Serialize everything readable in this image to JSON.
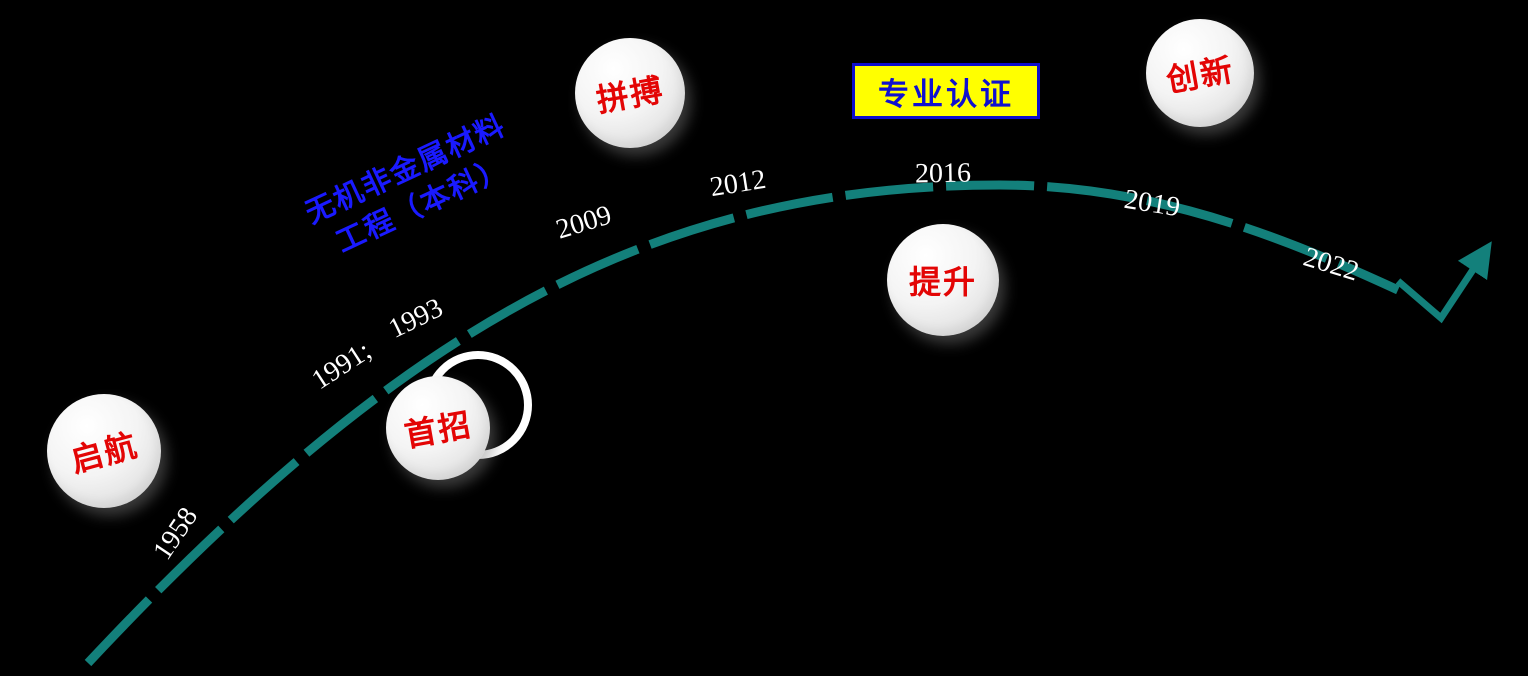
{
  "colors": {
    "background": "#000000",
    "curve": "#13807B",
    "milestone_text": "#E30505",
    "year_text": "#FFFFFF",
    "banner_bg": "#FFFF00",
    "banner_text": "#1010D0",
    "program_text": "#1A1AFF"
  },
  "years": [
    "1958",
    "1991;",
    "1993",
    "2009",
    "2012",
    "2016",
    "2019",
    "2022"
  ],
  "milestones": [
    {
      "label": "启航"
    },
    {
      "label": "首招"
    },
    {
      "label": "拼搏"
    },
    {
      "label": "提升"
    },
    {
      "label": "创新"
    }
  ],
  "program": {
    "line1": "无机非金属材料",
    "line2": "工程（本科）"
  },
  "banner": {
    "label": "专业认证"
  }
}
